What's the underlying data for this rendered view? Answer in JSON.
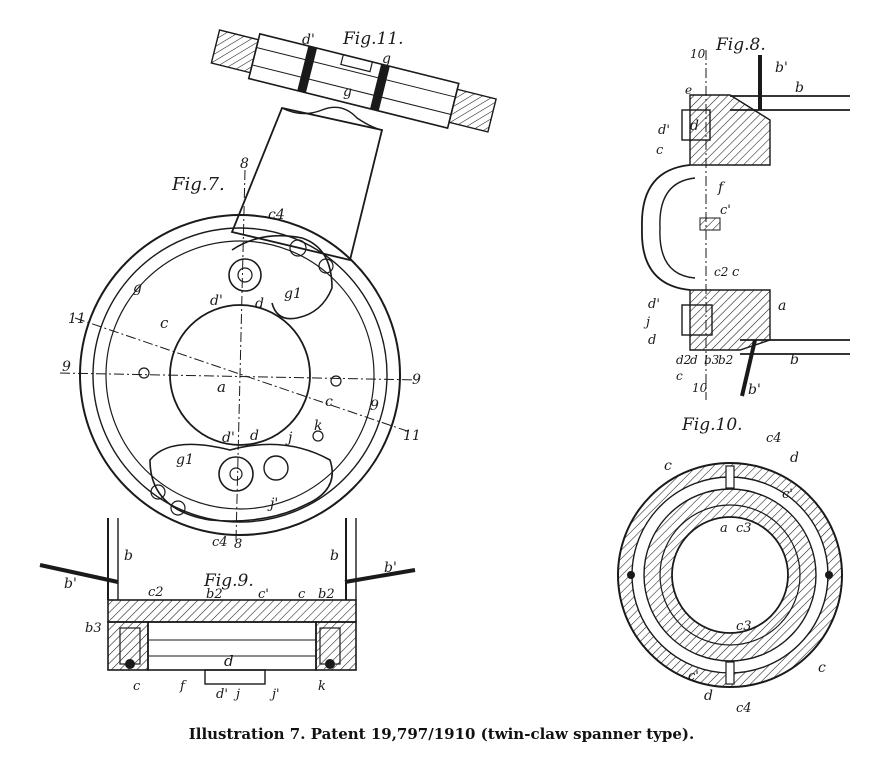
{
  "caption": "Illustration 7. Patent 19,797/1910 (twin-claw spanner type).",
  "figures": {
    "fig7": {
      "title": "Fig.7.",
      "labels": [
        "8",
        "c4",
        "g",
        "g1",
        "d'",
        "d",
        "11",
        "c",
        "9",
        "a",
        "9",
        "c",
        "9",
        "11",
        "k",
        "d",
        "d'",
        "j",
        "g1",
        "j'",
        "c4",
        "8"
      ]
    },
    "fig8": {
      "title": "Fig.8.",
      "labels": [
        "10",
        "b'",
        "b",
        "e",
        "d",
        "d'",
        "c",
        "f",
        "c'",
        "c2",
        "c",
        "a",
        "d'",
        "j",
        "d",
        "d2",
        "d",
        "b3",
        "b2",
        "c",
        "10",
        "b",
        "b'"
      ]
    },
    "fig9": {
      "title": "Fig.9.",
      "labels": [
        "b",
        "b",
        "b'",
        "b'",
        "c2",
        "b2",
        "c'",
        "c",
        "b2",
        "b3",
        "d",
        "c",
        "f",
        "d'",
        "j",
        "j'",
        "k"
      ]
    },
    "fig10": {
      "title": "Fig.10.",
      "labels": [
        "c4",
        "c",
        "d",
        "c'",
        "a",
        "c3",
        "c3",
        "c",
        "c'",
        "d",
        "c4"
      ]
    },
    "fig11": {
      "title": "Fig.11.",
      "labels": [
        "d'",
        "g",
        "g"
      ]
    }
  }
}
